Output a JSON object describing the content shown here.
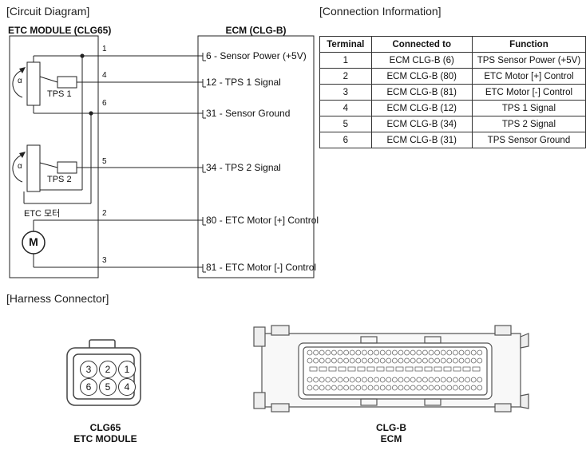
{
  "sections": {
    "circuit": "[Circuit Diagram]",
    "connection": "[Connection Information]",
    "harness": "[Harness Connector]"
  },
  "etc_module": {
    "title": "ETC MODULE (CLG65)",
    "tps1": "TPS 1",
    "tps2": "TPS 2",
    "motor_label": "ETC 모터",
    "motor_symbol": "M",
    "alpha": "α",
    "terminals": [
      "1",
      "4",
      "6",
      "5",
      "2",
      "3"
    ]
  },
  "ecm": {
    "title": "ECM (CLG-B)",
    "pins": [
      {
        "num": "6",
        "label": " - Sensor Power (+5V)"
      },
      {
        "num": "12",
        "label": " - TPS 1 Signal"
      },
      {
        "num": "31",
        "label": " - Sensor Ground"
      },
      {
        "num": "34",
        "label": " - TPS 2 Signal"
      },
      {
        "num": "80",
        "label": " - ETC Motor [+] Control"
      },
      {
        "num": "81",
        "label": " - ETC Motor [-] Control"
      }
    ]
  },
  "table": {
    "headers": [
      "Terminal",
      "Connected to",
      "Function"
    ],
    "rows": [
      [
        "1",
        "ECM CLG-B (6)",
        "TPS Sensor Power (+5V)"
      ],
      [
        "2",
        "ECM CLG-B (80)",
        "ETC Motor [+] Control"
      ],
      [
        "3",
        "ECM CLG-B (81)",
        "ETC Motor [-] Control"
      ],
      [
        "4",
        "ECM CLG-B (12)",
        "TPS 1 Signal"
      ],
      [
        "5",
        "ECM CLG-B (34)",
        "TPS 2 Signal"
      ],
      [
        "6",
        "ECM CLG-B (31)",
        "TPS Sensor Ground"
      ]
    ]
  },
  "harness": {
    "clg65_pins": [
      "3",
      "2",
      "1",
      "6",
      "5",
      "4"
    ],
    "clg65_caption_1": "CLG65",
    "clg65_caption_2": "ETC MODULE",
    "ecm_caption_1": "CLG-B",
    "ecm_caption_2": "ECM"
  }
}
